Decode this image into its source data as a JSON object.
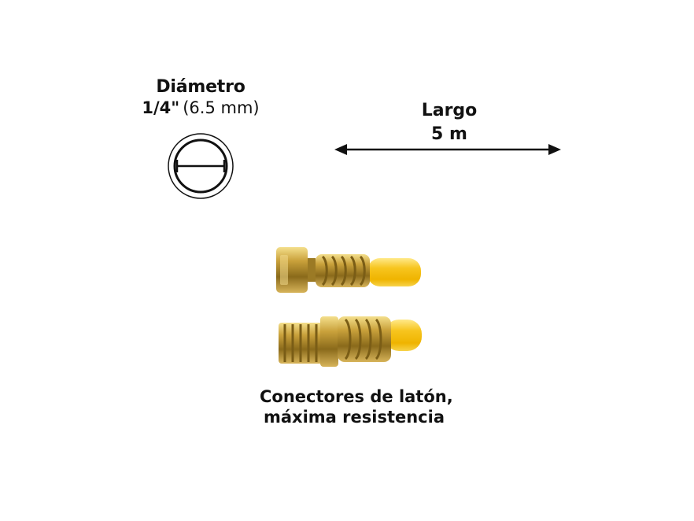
{
  "diameter": {
    "title": "Diámetro",
    "value_main": "1/4\"",
    "value_sub": "(6.5 mm)"
  },
  "length": {
    "title": "Largo",
    "value": "5 m"
  },
  "caption": {
    "line1": "Conectores de latón,",
    "line2": "máxima resistencia"
  },
  "icons": {
    "diameter": "diameter-circle-icon",
    "length": "double-arrow-icon",
    "product": "brass-connector-hose-image"
  },
  "colors": {
    "hose_yellow": "#f7c51f",
    "brass_gold": "#c9a13b",
    "brass_dark": "#8a6a1b",
    "text": "#111111"
  }
}
